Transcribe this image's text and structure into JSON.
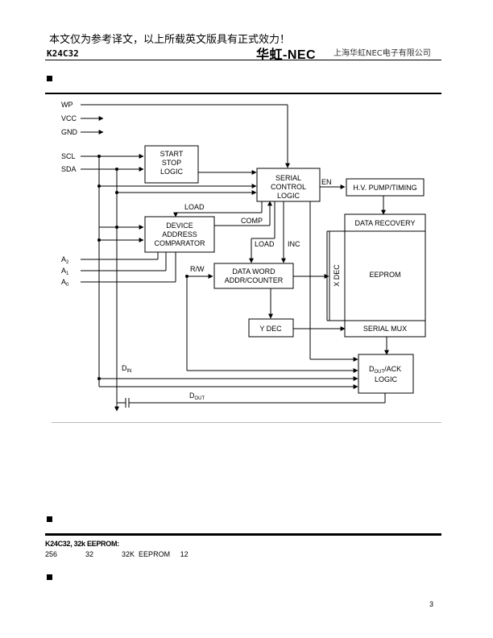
{
  "header": {
    "disclaimer": "本文仅为参考译文，以上所载英文版具有正式效力！",
    "model": "K24C32",
    "logo": "华虹-NEC",
    "company": "上海华虹NEC电子有限公司"
  },
  "diagram": {
    "pins": {
      "wp": "WP",
      "vcc": "VCC",
      "gnd": "GND",
      "scl": "SCL",
      "sda": "SDA",
      "a2": "A",
      "a2_sub": "2",
      "a1": "A",
      "a1_sub": "1",
      "a0": "A",
      "a0_sub": "0"
    },
    "blocks": {
      "start_stop": [
        "START",
        "STOP",
        "LOGIC"
      ],
      "serial_control": [
        "SERIAL",
        "CONTROL",
        "LOGIC"
      ],
      "hv_pump": "H.V. PUMP/TIMING",
      "device_address": [
        "DEVICE",
        "ADDRESS",
        "COMPARATOR"
      ],
      "data_recovery": "DATA RECOVERY",
      "eeprom": "EEPROM",
      "x_dec": "X DEC",
      "data_word": [
        "DATA WORD",
        "ADDR/COUNTER"
      ],
      "y_dec": "Y DEC",
      "serial_mux": "SERIAL MUX",
      "dout_ack_main": "D",
      "dout_ack_sub": "OUT",
      "dout_ack_rest": "/ACK",
      "dout_ack_logic": "LOGIC"
    },
    "signals": {
      "en": "EN",
      "load_top": "LOAD",
      "comp": "COMP",
      "load_mid": "LOAD",
      "inc": "INC",
      "rw": "R/W",
      "din": "D",
      "din_sub": "IN",
      "dout": "D",
      "dout_sub": "OUT"
    }
  },
  "intro": {
    "title": "K24C32,  32k  EEPROM:",
    "text": "256              32              32K  EEPROM     12"
  },
  "footer": {
    "page": "3"
  }
}
